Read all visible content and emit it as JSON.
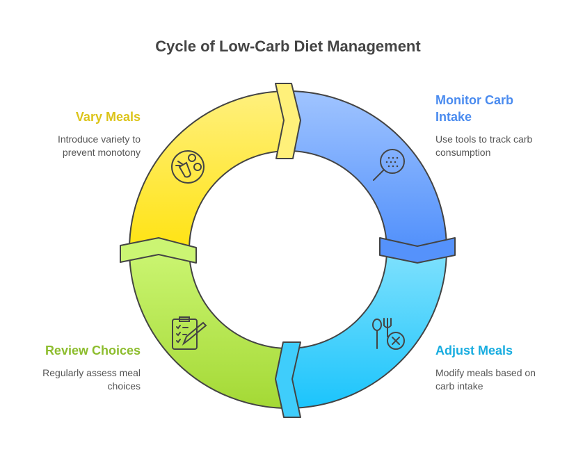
{
  "title": "Cycle of Low-Carb Diet Management",
  "steps": [
    {
      "title": "Monitor Carb Intake",
      "description": "Use tools to track carb consumption",
      "color": "#4a8bef",
      "icon": "magnifier-icon"
    },
    {
      "title": "Adjust Meals",
      "description": "Modify meals based on carb intake",
      "color": "#19ade0",
      "icon": "utensils-cross-icon"
    },
    {
      "title": "Review Choices",
      "description": "Regularly assess meal choices",
      "color": "#8dbd2e",
      "icon": "clipboard-pencil-icon"
    },
    {
      "title": "Vary Meals",
      "description": "Introduce variety to prevent monotony",
      "color": "#dcc41a",
      "icon": "vegetables-icon"
    }
  ]
}
